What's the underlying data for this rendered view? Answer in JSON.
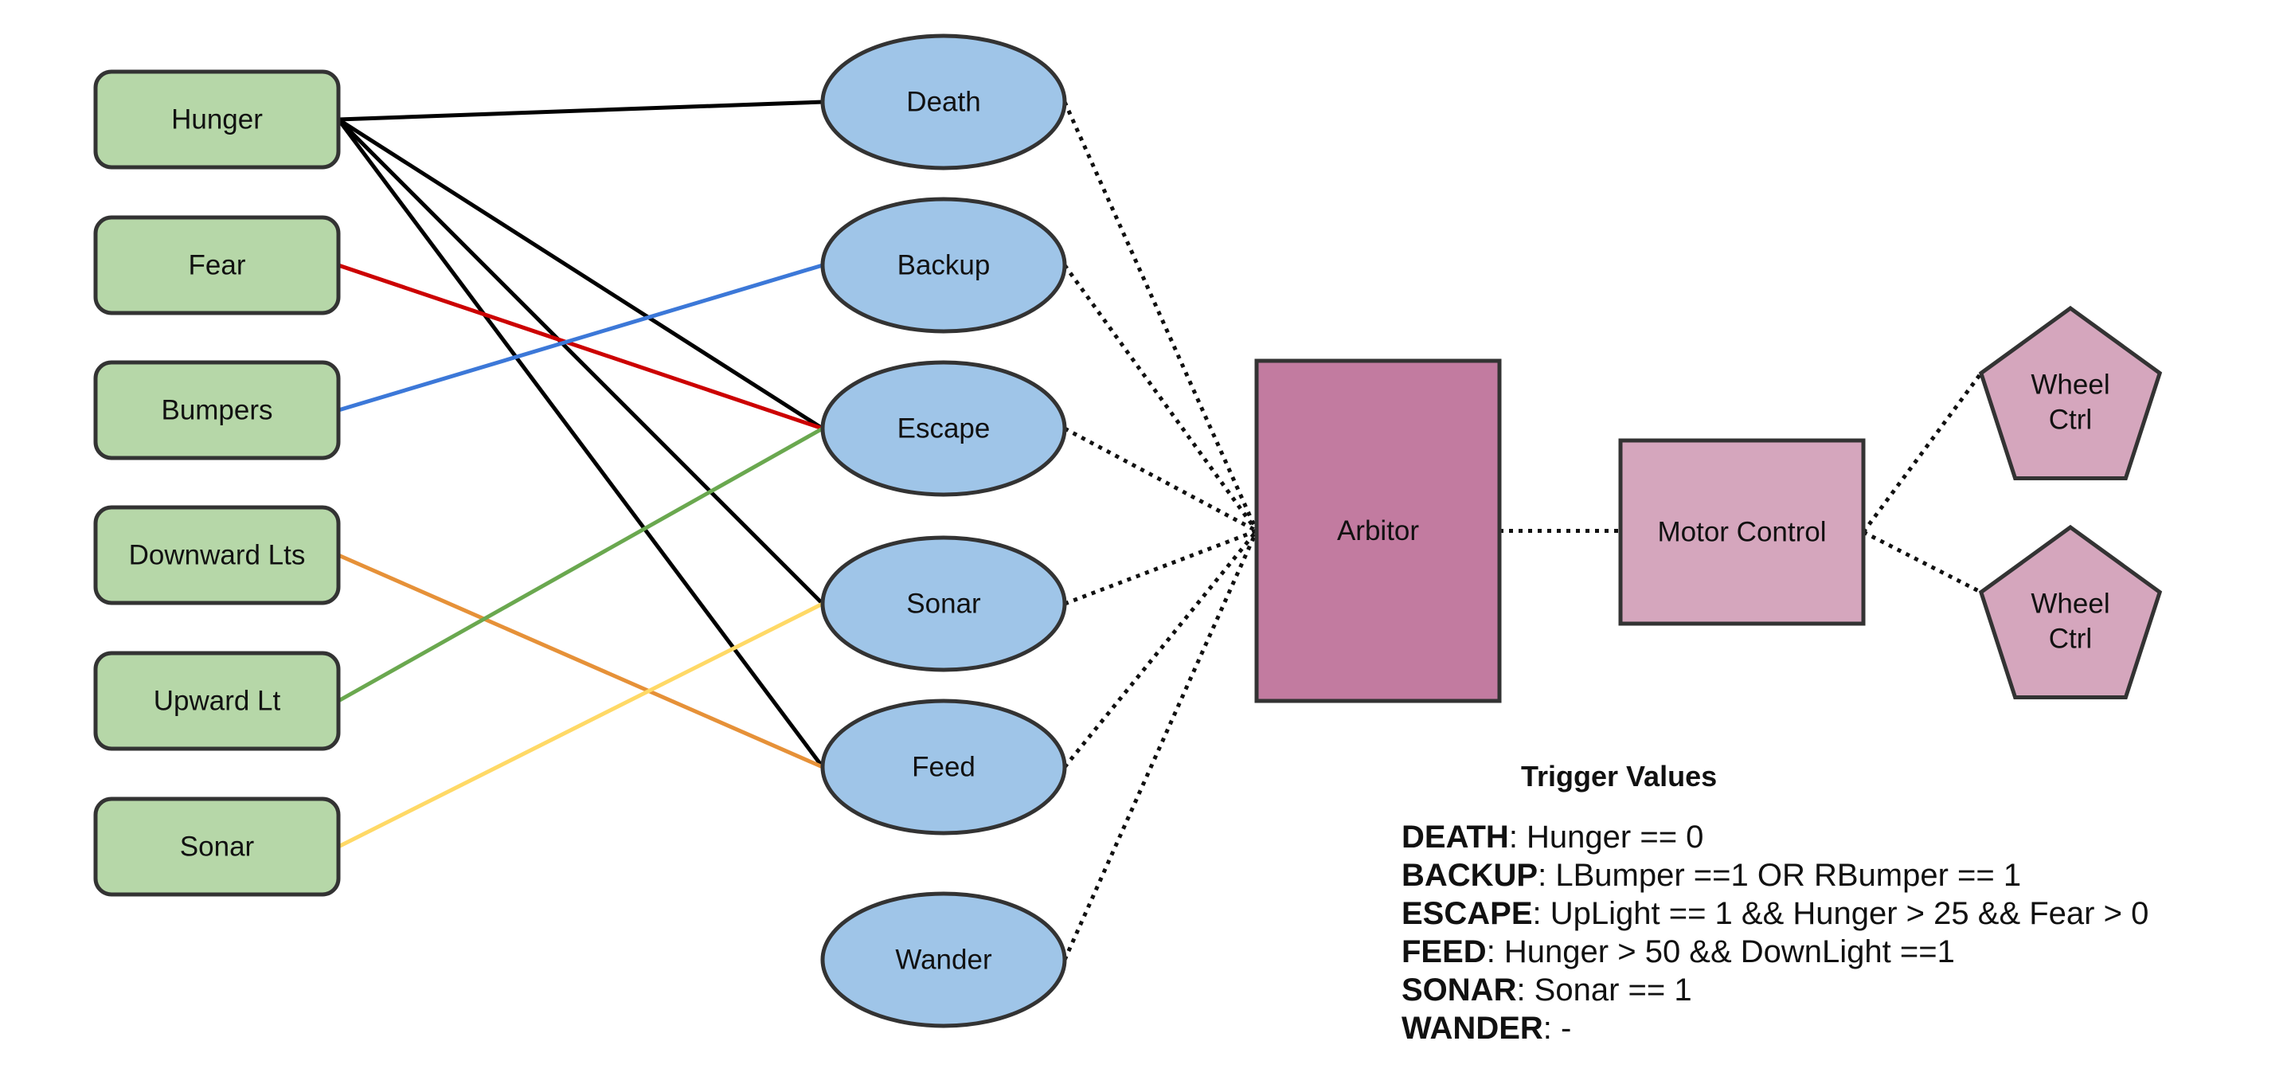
{
  "sensors": [
    {
      "id": "hunger",
      "label": "Hunger"
    },
    {
      "id": "fear",
      "label": "Fear"
    },
    {
      "id": "bumpers",
      "label": "Bumpers"
    },
    {
      "id": "downward-lts",
      "label": "Downward Lts"
    },
    {
      "id": "upward-lt",
      "label": "Upward Lt"
    },
    {
      "id": "sonar",
      "label": "Sonar"
    }
  ],
  "behaviors": [
    {
      "id": "death",
      "label": "Death"
    },
    {
      "id": "backup",
      "label": "Backup"
    },
    {
      "id": "escape",
      "label": "Escape"
    },
    {
      "id": "sonar",
      "label": "Sonar"
    },
    {
      "id": "feed",
      "label": "Feed"
    },
    {
      "id": "wander",
      "label": "Wander"
    }
  ],
  "arbitor": {
    "label": "Arbitor"
  },
  "motor_control": {
    "label": "Motor Control"
  },
  "wheels": [
    {
      "id": "wheel-top",
      "line1": "Wheel",
      "line2": "Ctrl"
    },
    {
      "id": "wheel-bottom",
      "line1": "Wheel",
      "line2": "Ctrl"
    }
  ],
  "connections": [
    {
      "from": "hunger",
      "to": "death",
      "color": "#000000"
    },
    {
      "from": "hunger",
      "to": "escape",
      "color": "#000000"
    },
    {
      "from": "hunger",
      "to": "sonar",
      "color": "#000000"
    },
    {
      "from": "hunger",
      "to": "feed",
      "color": "#000000"
    },
    {
      "from": "fear",
      "to": "escape",
      "color": "#cc0000"
    },
    {
      "from": "bumpers",
      "to": "backup",
      "color": "#3c78d8"
    },
    {
      "from": "downward-lts",
      "to": "feed",
      "color": "#e69138"
    },
    {
      "from": "upward-lt",
      "to": "escape",
      "color": "#6aa84f"
    },
    {
      "from": "sonar",
      "to": "sonar",
      "color": "#ffd966"
    }
  ],
  "colors": {
    "sensor_fill": "#b6d7a8",
    "behavior_fill": "#9fc5e8",
    "arbitor_fill": "#c27ba0",
    "motor_fill": "#d5a6bd",
    "outline": "#333333"
  },
  "triggers": {
    "title": "Trigger Values",
    "rows": [
      {
        "name": "DEATH",
        "rule": ": Hunger == 0"
      },
      {
        "name": "BACKUP",
        "rule": ": LBumper ==1 OR RBumper == 1"
      },
      {
        "name": "ESCAPE",
        "rule": ": UpLight == 1 && Hunger > 25 && Fear > 0"
      },
      {
        "name": "FEED",
        "rule": ": Hunger > 50 && DownLight ==1"
      },
      {
        "name": "SONAR",
        "rule": ": Sonar == 1"
      },
      {
        "name": "WANDER",
        "rule": ": -"
      }
    ]
  }
}
